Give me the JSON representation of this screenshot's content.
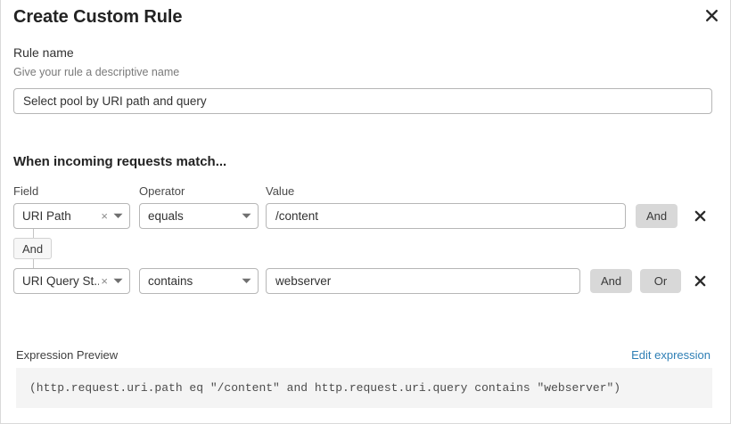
{
  "dialog": {
    "title": "Create Custom Rule",
    "close_icon": "close-icon"
  },
  "rule_name": {
    "label": "Rule name",
    "help": "Give your rule a descriptive name",
    "value": "Select pool by URI path and query",
    "placeholder": "Select pool by URI path and query"
  },
  "conditions": {
    "heading": "When incoming requests match...",
    "columns": {
      "field": "Field",
      "operator": "Operator",
      "value": "Value"
    },
    "connector": {
      "label": "And"
    },
    "rows": [
      {
        "field": "URI Path",
        "field_clear_icon": "clear-icon",
        "operator": "equals",
        "value": "/content",
        "and_label": "And",
        "delete_icon": "delete-icon"
      },
      {
        "field": "URI Query St...",
        "field_clear_icon": "clear-icon",
        "operator": "contains",
        "value": "webserver",
        "and_label": "And",
        "or_label": "Or",
        "delete_icon": "delete-icon"
      }
    ]
  },
  "expression": {
    "label": "Expression Preview",
    "edit_link": "Edit expression",
    "code": "(http.request.uri.path eq \"/content\" and http.request.uri.query contains \"webserver\")"
  },
  "colors": {
    "link": "#2f7fb5",
    "chip_bg": "#d8d8d8",
    "code_bg": "#f4f4f4",
    "border": "#b6b6b6",
    "text": "#313131"
  }
}
